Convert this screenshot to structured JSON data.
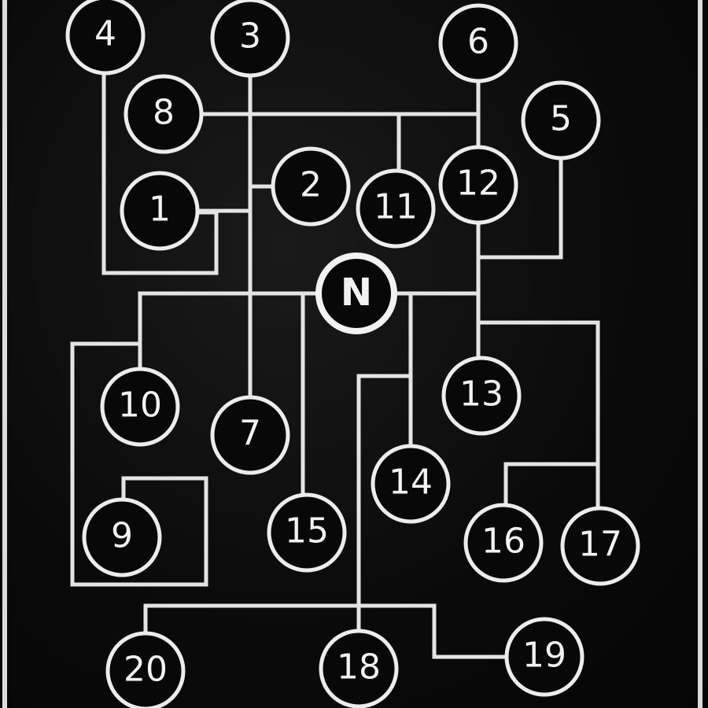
{
  "diagram": {
    "neutral": {
      "id": "n",
      "label": "N"
    },
    "positions": [
      {
        "id": "p1",
        "label": "1"
      },
      {
        "id": "p2",
        "label": "2"
      },
      {
        "id": "p3",
        "label": "3"
      },
      {
        "id": "p4",
        "label": "4"
      },
      {
        "id": "p5",
        "label": "5"
      },
      {
        "id": "p6",
        "label": "6"
      },
      {
        "id": "p7",
        "label": "7"
      },
      {
        "id": "p8",
        "label": "8"
      },
      {
        "id": "p9",
        "label": "9"
      },
      {
        "id": "p10",
        "label": "10"
      },
      {
        "id": "p11",
        "label": "11"
      },
      {
        "id": "p12",
        "label": "12"
      },
      {
        "id": "p13",
        "label": "13"
      },
      {
        "id": "p14",
        "label": "14"
      },
      {
        "id": "p15",
        "label": "15"
      },
      {
        "id": "p16",
        "label": "16"
      },
      {
        "id": "p17",
        "label": "17"
      },
      {
        "id": "p18",
        "label": "18"
      },
      {
        "id": "p19",
        "label": "19"
      },
      {
        "id": "p20",
        "label": "20"
      }
    ]
  },
  "colors": {
    "plate": "#0b0b0b",
    "line": "#e4e4e4"
  }
}
